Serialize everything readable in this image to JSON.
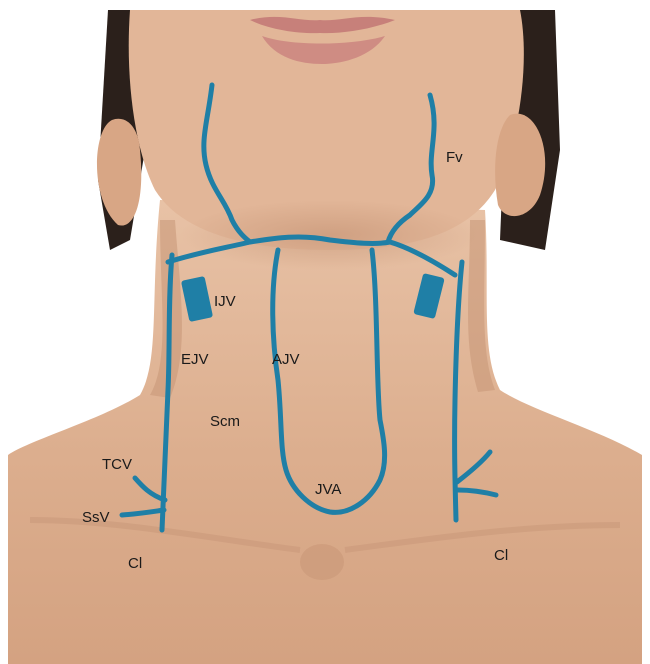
{
  "labels": {
    "fv": "Fv",
    "ijv": "IJV",
    "ejv": "EJV",
    "ajv": "AJV",
    "scm": "Scm",
    "tcv": "TCV",
    "ssv": "SsV",
    "jva": "JVA",
    "cl_right_side": "Cl",
    "cl_left_side": "Cl"
  },
  "colors": {
    "vein": "#1f7fa6",
    "skin_light": "#e4b99a",
    "skin_mid": "#d9a887",
    "skin_shadow": "#c08c6c",
    "hair": "#2b201b",
    "label_text": "#1a1a1a"
  }
}
